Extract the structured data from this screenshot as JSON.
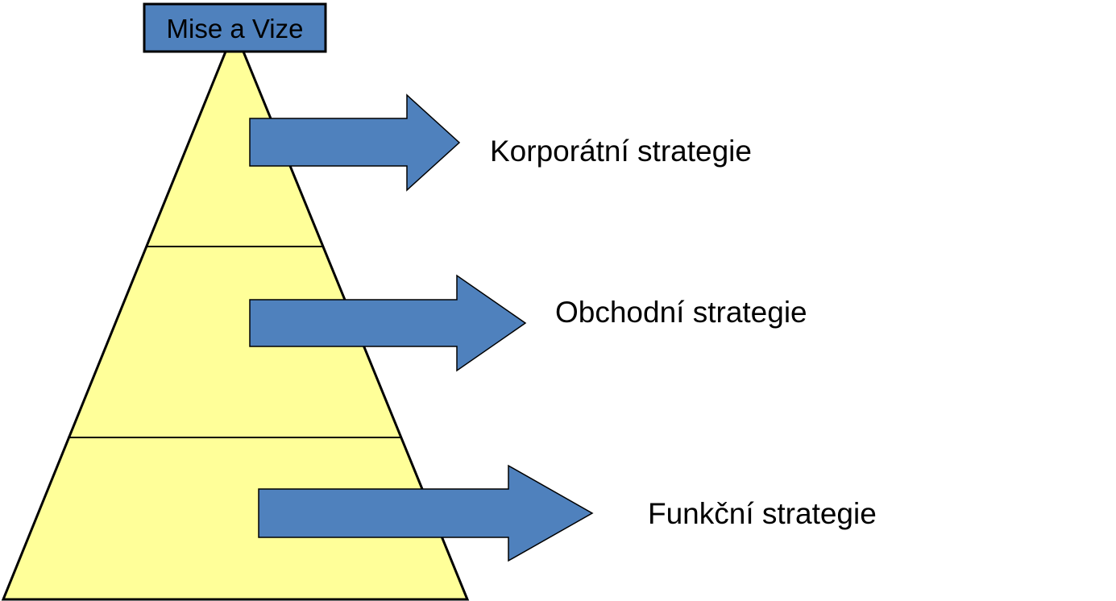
{
  "top": {
    "label": "Mise a Vize"
  },
  "levels": [
    {
      "label": "Korporátní strategie"
    },
    {
      "label": "Obchodní strategie"
    },
    {
      "label": "Funkční strategie"
    }
  ],
  "colors": {
    "pyramid_fill": "#ffff99",
    "arrow_fill": "#4f81bd",
    "box_fill": "#4f81bd",
    "outline": "#000000"
  }
}
